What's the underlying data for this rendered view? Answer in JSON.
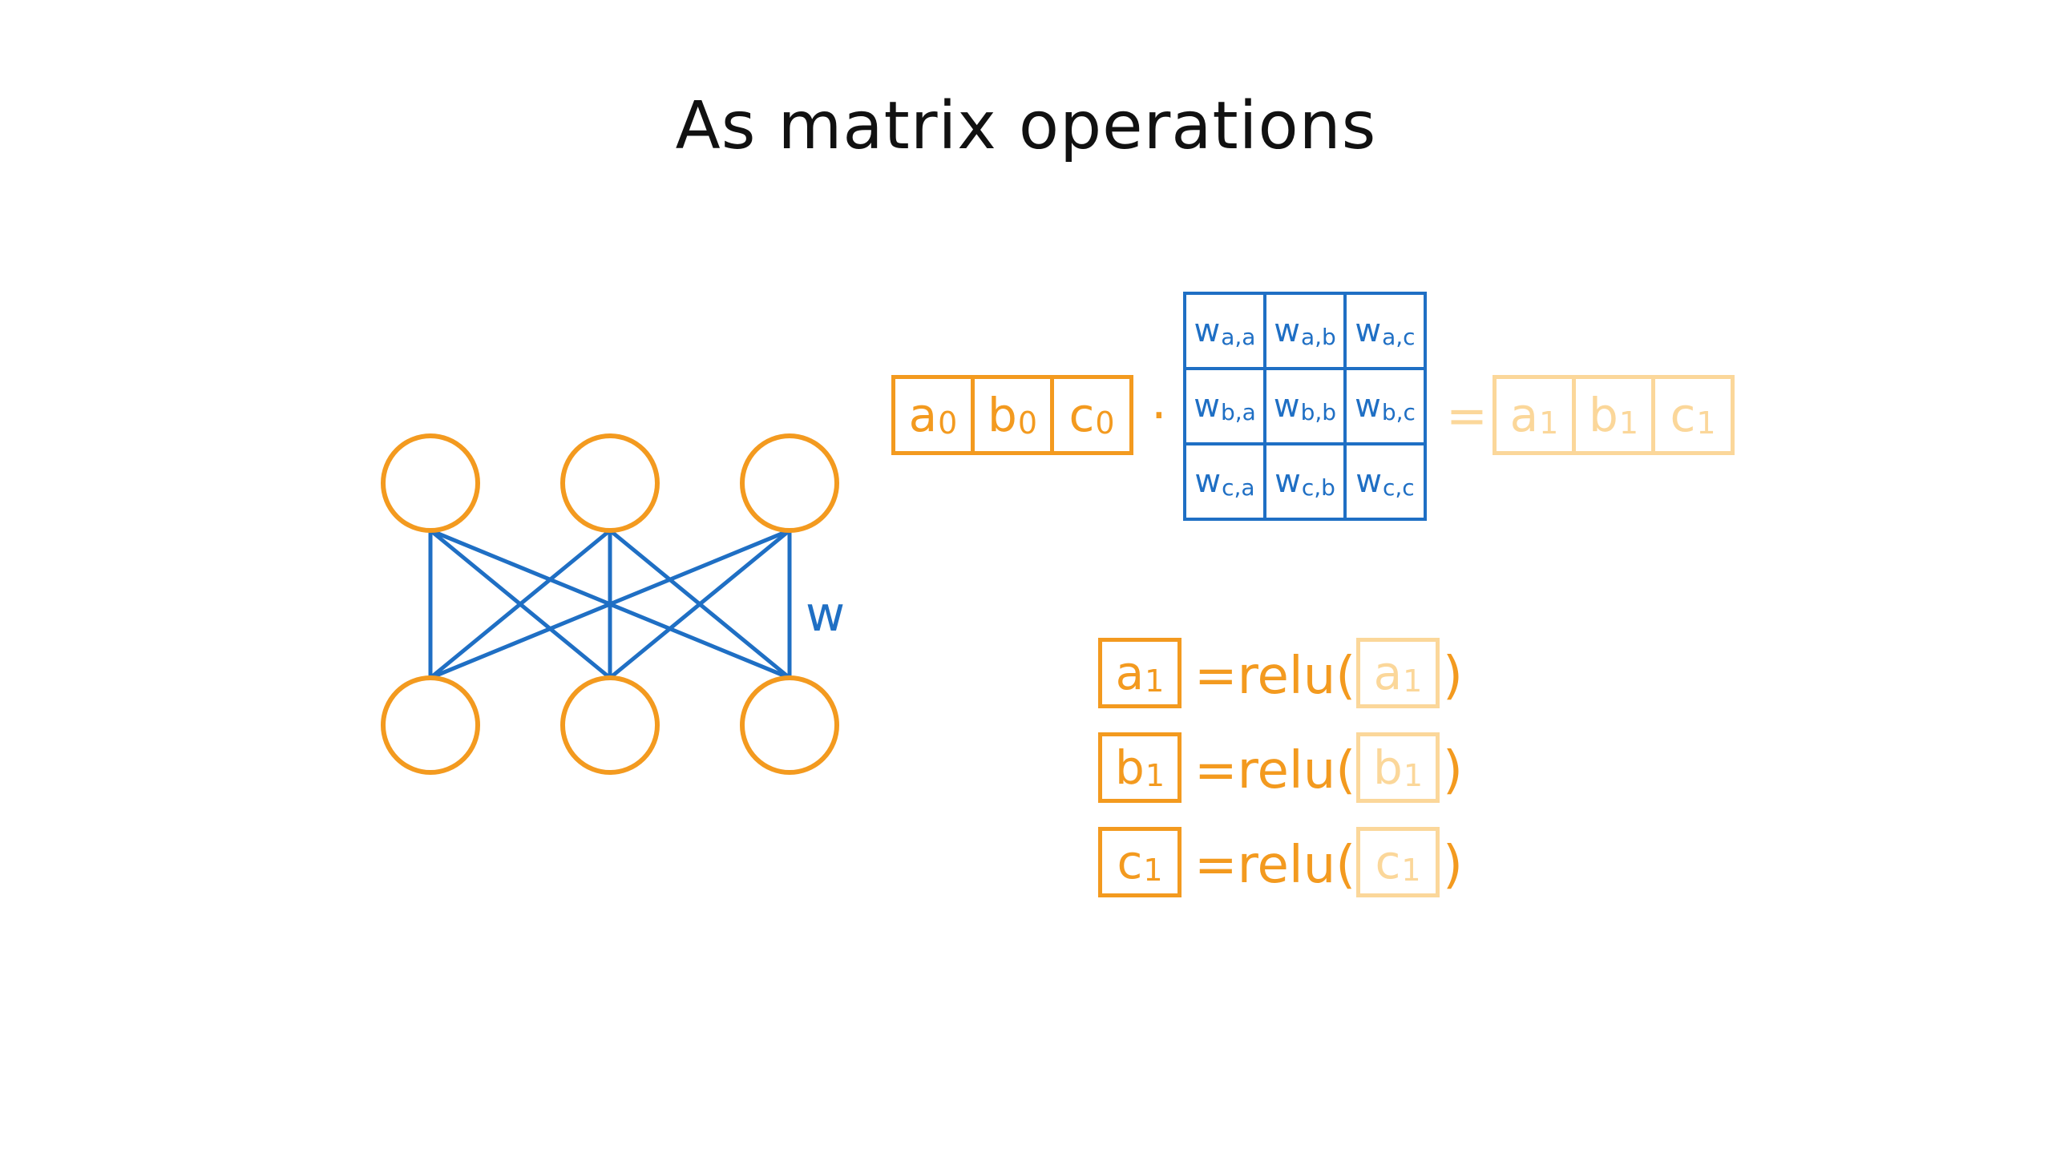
{
  "slide": {
    "title": "As matrix operations"
  },
  "network": {
    "weight_label": "w",
    "node_color": "#f39a1f",
    "edge_color": "#1f6fc4"
  },
  "equation": {
    "input": [
      {
        "base": "a",
        "sub": "0"
      },
      {
        "base": "b",
        "sub": "0"
      },
      {
        "base": "c",
        "sub": "0"
      }
    ],
    "dot": "·",
    "weights": [
      [
        {
          "base": "w",
          "sub": "a,a"
        },
        {
          "base": "w",
          "sub": "a,b"
        },
        {
          "base": "w",
          "sub": "a,c"
        }
      ],
      [
        {
          "base": "w",
          "sub": "b,a"
        },
        {
          "base": "w",
          "sub": "b,b"
        },
        {
          "base": "w",
          "sub": "b,c"
        }
      ],
      [
        {
          "base": "w",
          "sub": "c,a"
        },
        {
          "base": "w",
          "sub": "c,b"
        },
        {
          "base": "w",
          "sub": "c,c"
        }
      ]
    ],
    "equals": "=",
    "output": [
      {
        "base": "a",
        "sub": "1"
      },
      {
        "base": "b",
        "sub": "1"
      },
      {
        "base": "c",
        "sub": "1"
      }
    ]
  },
  "activation": {
    "func": "=relu(",
    "close": ")",
    "rows": [
      {
        "base": "a",
        "sub": "1"
      },
      {
        "base": "b",
        "sub": "1"
      },
      {
        "base": "c",
        "sub": "1"
      }
    ]
  },
  "colors": {
    "input": "#f39a1f",
    "output": "#fbd79a",
    "weights": "#1f6fc4"
  }
}
